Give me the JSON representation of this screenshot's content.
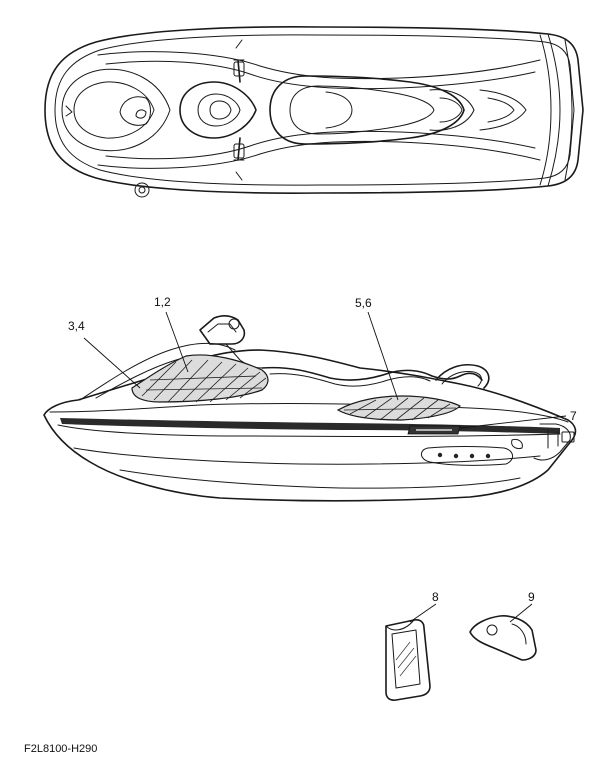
{
  "callouts": {
    "c12": "1,2",
    "c34": "3,4",
    "c56": "5,6",
    "c7": "7",
    "c8": "8",
    "c9": "9"
  },
  "figure_code": "F2L8100-H290"
}
